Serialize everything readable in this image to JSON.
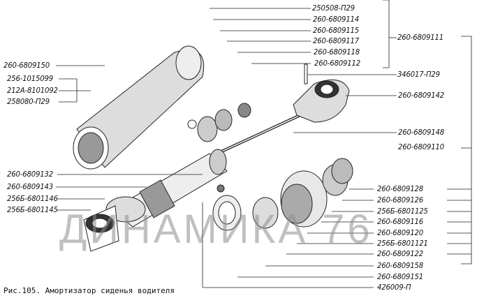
{
  "caption": "Рис.105. Амортизатор сиденья водителя",
  "watermark": "ДИНАМИКА 76",
  "labels_left": [
    "260-6809150",
    "256-1015099",
    "212А-8101092",
    "258080-П29",
    "260-6809132",
    "260-6809143",
    "256Б-6801146",
    "256Б-6801145"
  ],
  "labels_top": [
    "250508-П29",
    "260-6809114",
    "260-6809115",
    "260-6809117",
    "260-6809118",
    "260-6809112"
  ],
  "labels_right": [
    "260-6809111",
    "346017-П29",
    "260-6809142",
    "260-6809148",
    "260-6809110"
  ],
  "labels_bottom": [
    "260-6809128",
    "260-6809126",
    "256Б-6801125",
    "260-6809116",
    "260-6809120",
    "256Б-6801121",
    "260-6809122",
    "260-6809158",
    "260-6809151",
    "426009-П"
  ]
}
